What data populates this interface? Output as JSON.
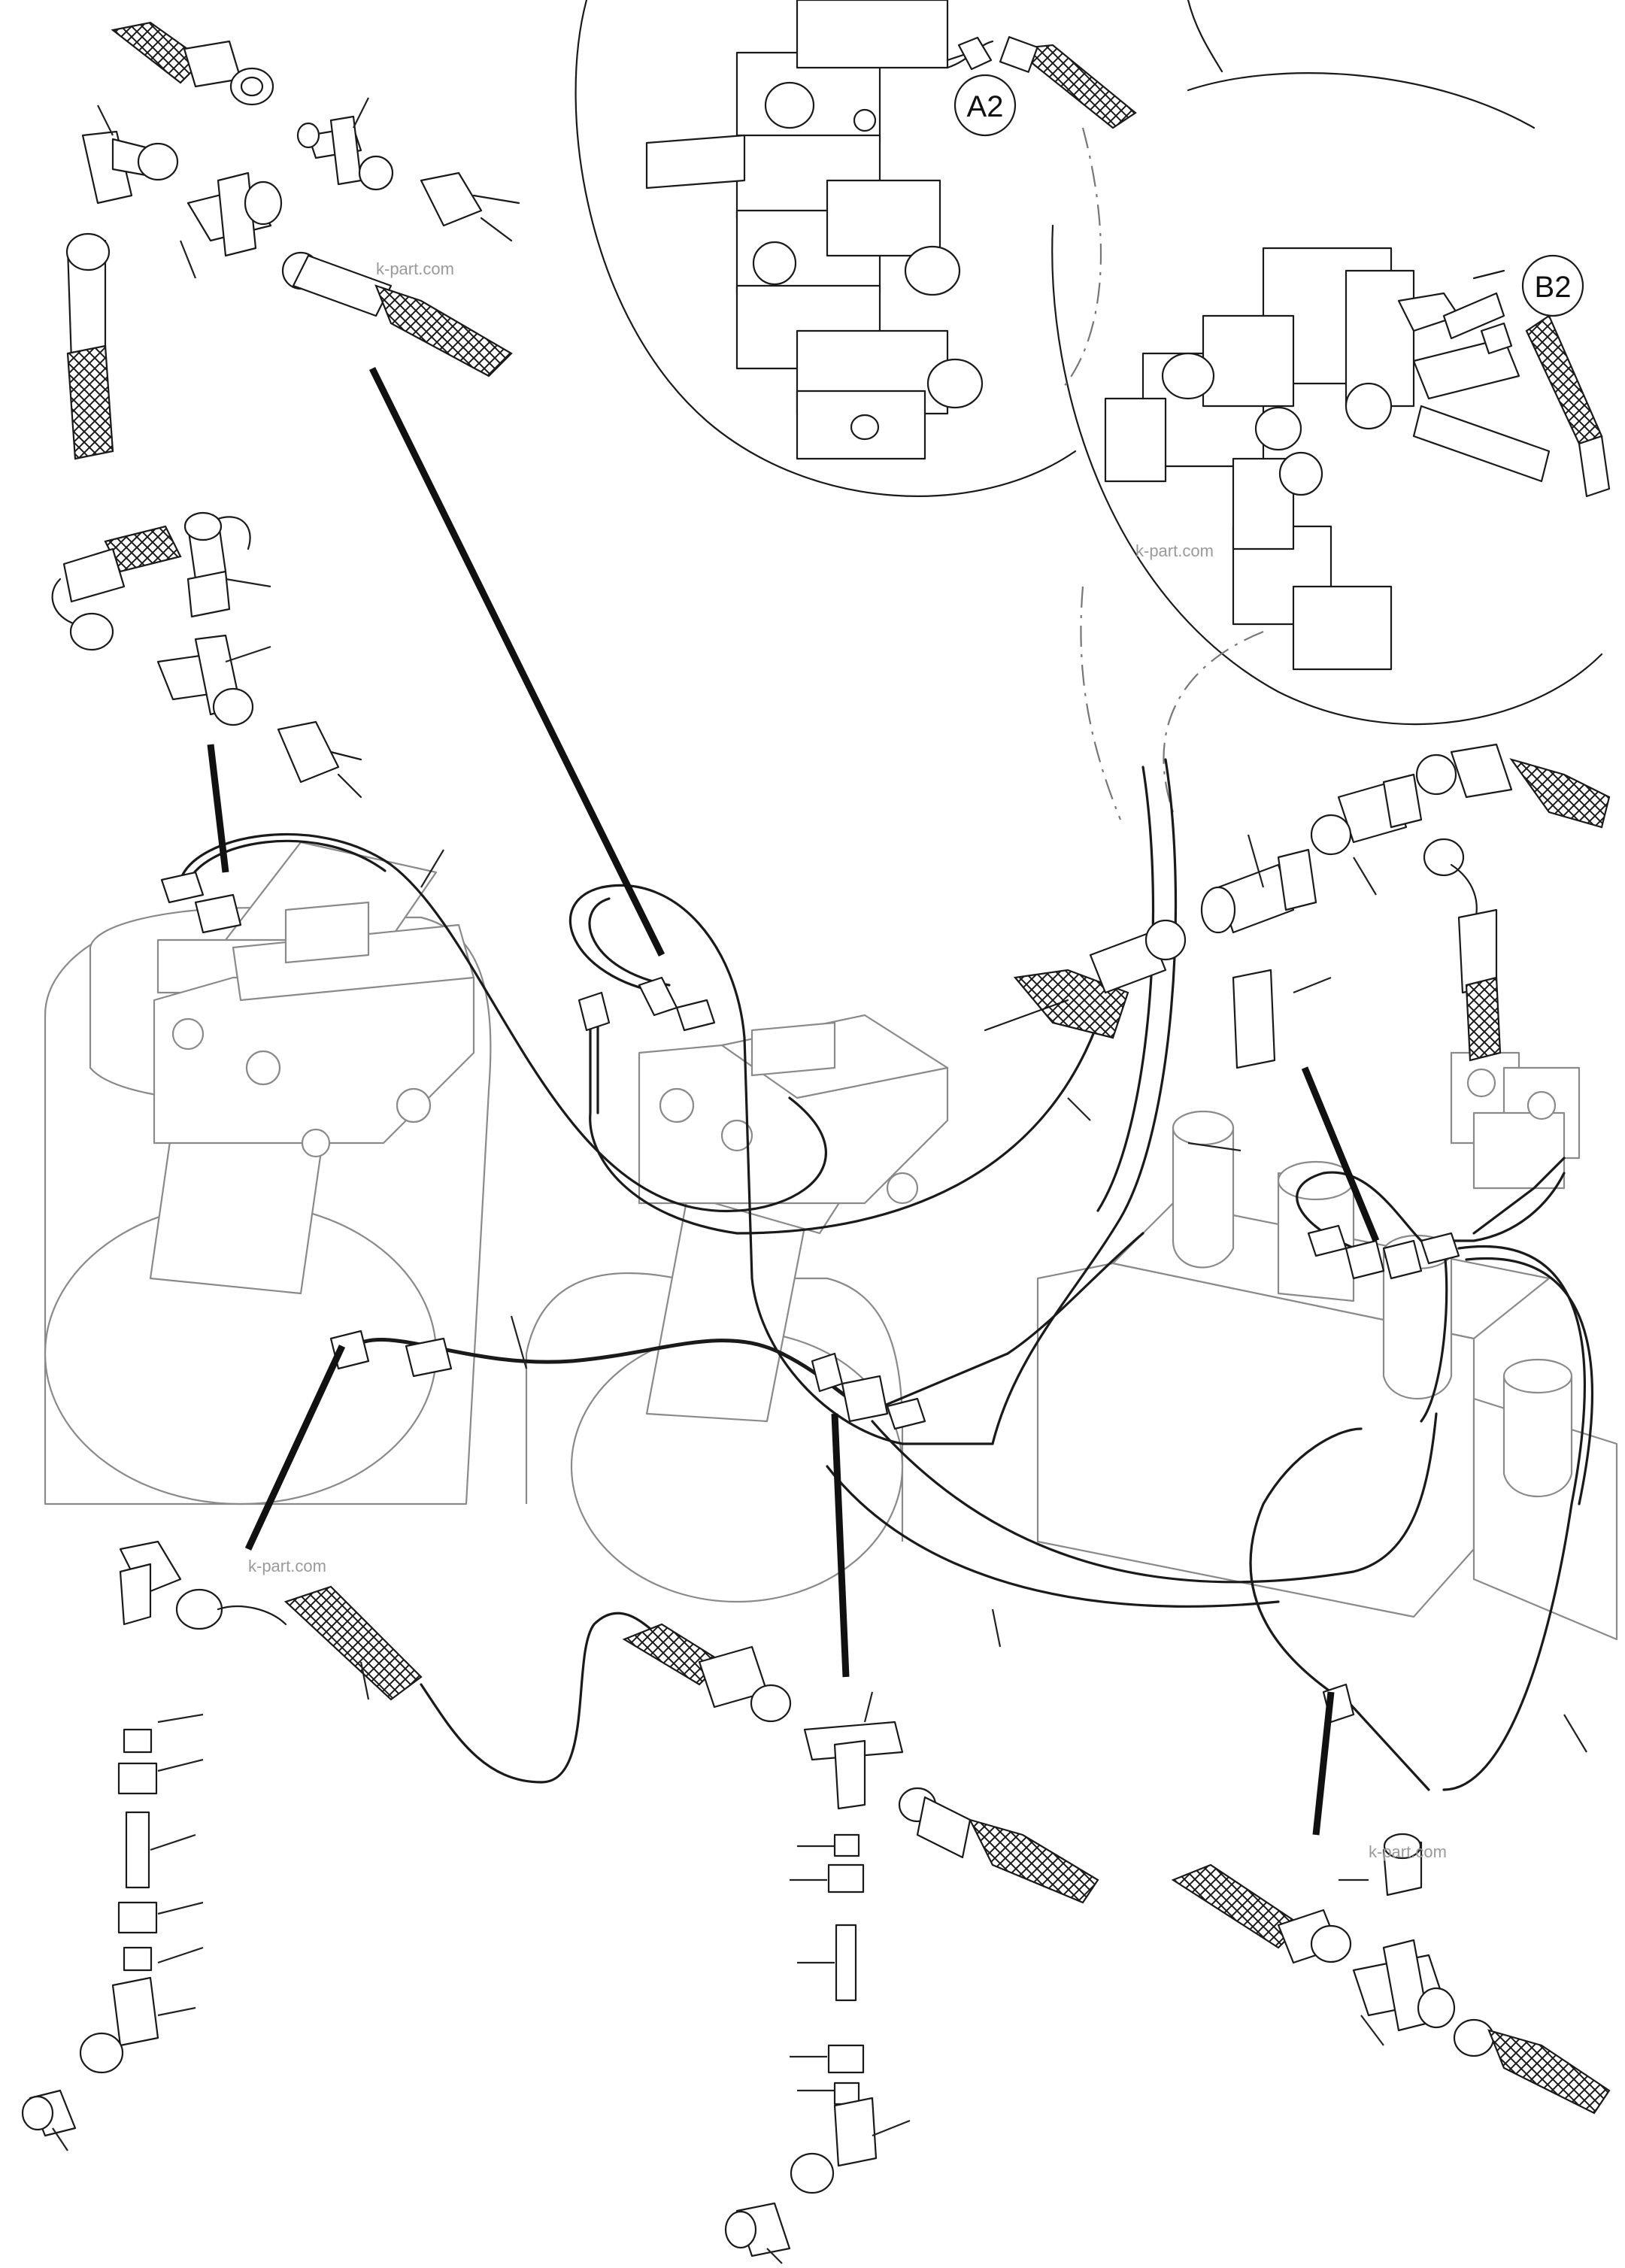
{
  "callouts": {
    "a2": "A2",
    "b2": "B2"
  },
  "watermark": {
    "text": "k-part.com"
  },
  "colors": {
    "ink": "#1a1a1a",
    "faded_component": "#8a8a8a",
    "background": "#ffffff"
  }
}
